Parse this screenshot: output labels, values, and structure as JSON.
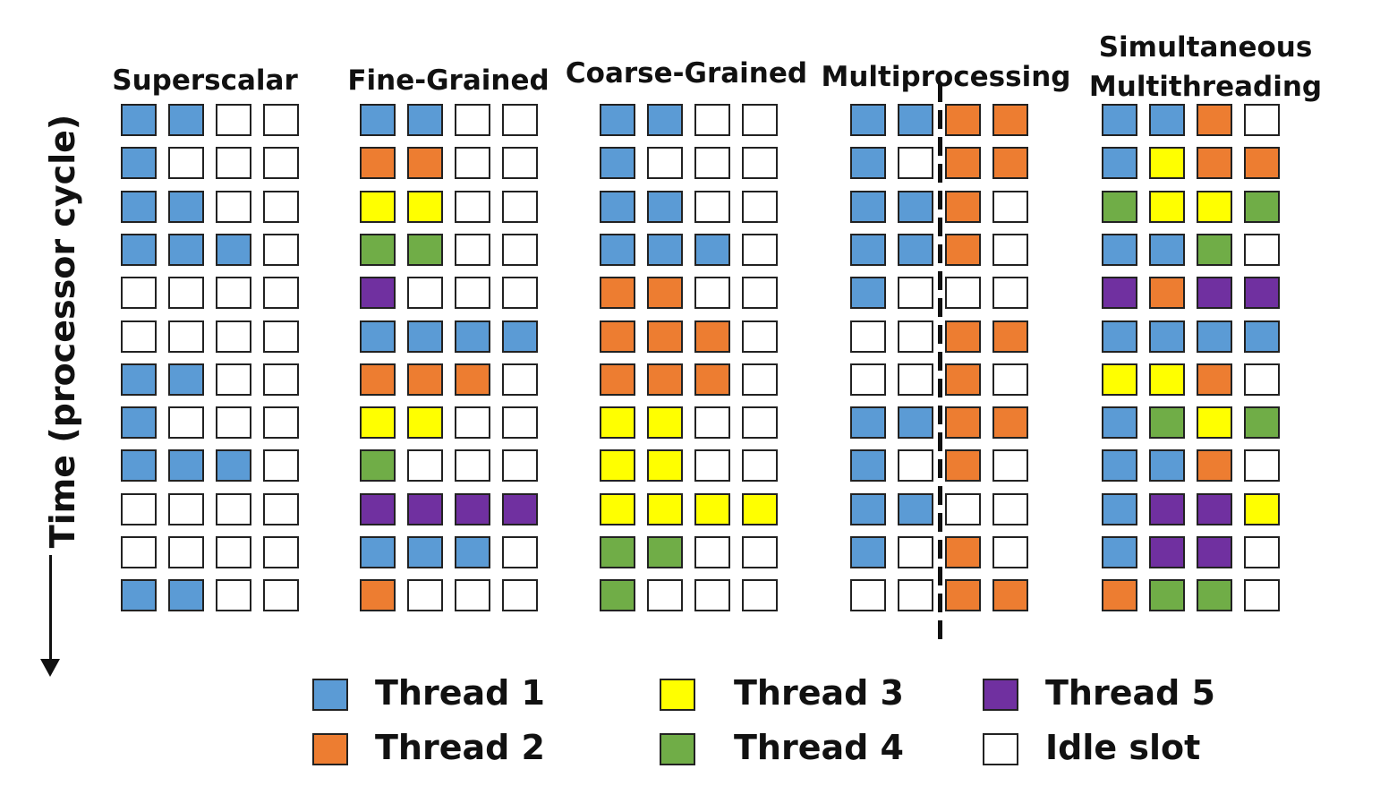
{
  "colors": {
    "thread1": "#5b9bd5",
    "thread2": "#ed7d31",
    "thread3": "#ffff00",
    "thread4": "#70ad47",
    "thread5": "#7030a0",
    "idle": "#ffffff"
  },
  "axis": {
    "label": "Time (processor cycle)"
  },
  "columns": [
    {
      "id": "superscalar",
      "title": "Superscalar",
      "rows": [
        "1100",
        "1000",
        "1100",
        "1110",
        "0000",
        "0000",
        "1100",
        "1000",
        "1110",
        "0000",
        "0000",
        "1100"
      ]
    },
    {
      "id": "fine-grained",
      "title": "Fine-Grained",
      "rows": [
        "1100",
        "2200",
        "3300",
        "4400",
        "5000",
        "1111",
        "2220",
        "3300",
        "4000",
        "5555",
        "1110",
        "2000"
      ]
    },
    {
      "id": "coarse-grained",
      "title": "Coarse-Grained",
      "rows": [
        "1100",
        "1000",
        "1100",
        "1110",
        "2200",
        "2220",
        "2220",
        "3300",
        "3300",
        "3333",
        "4400",
        "4000"
      ]
    },
    {
      "id": "multiprocessing",
      "title": "Multiprocessing",
      "rows": [
        "1122",
        "1022",
        "1120",
        "1120",
        "1000",
        "0022",
        "0020",
        "1122",
        "1020",
        "1100",
        "1020",
        "0022"
      ]
    },
    {
      "id": "smt",
      "title_line1": "Simultaneous",
      "title_line2": "Multithreading",
      "rows": [
        "1120",
        "1322",
        "4334",
        "1140",
        "5255",
        "1111",
        "3320",
        "1434",
        "1120",
        "1553",
        "1550",
        "2440"
      ]
    }
  ],
  "legend": [
    {
      "key": "thread1",
      "label": "Thread 1"
    },
    {
      "key": "thread2",
      "label": "Thread 2"
    },
    {
      "key": "thread3",
      "label": "Thread 3"
    },
    {
      "key": "thread4",
      "label": "Thread 4"
    },
    {
      "key": "thread5",
      "label": "Thread 5"
    },
    {
      "key": "idle",
      "label": "Idle slot"
    }
  ]
}
